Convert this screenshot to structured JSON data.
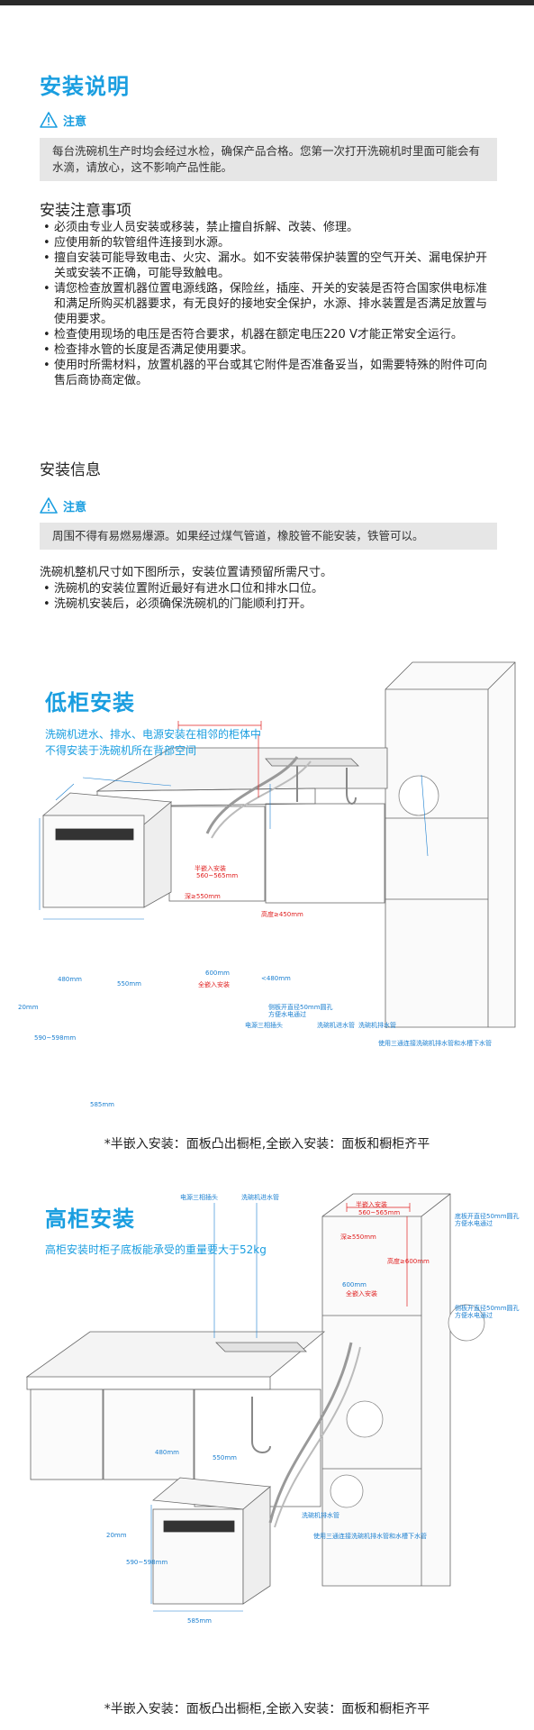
{
  "title": "安装说明",
  "warning_label": "注意",
  "notice_1": "每台洗碗机生产时均会经过水检，确保产品合格。您第一次打开洗碗机时里面可能会有水滴，请放心，这不影响产品性能。",
  "precautions": {
    "heading": "安装注意事项",
    "items": [
      "必须由专业人员安装或移装，禁止擅自拆解、改装、修理。",
      "应使用新的软管组件连接到水源。",
      "擅自安装可能导致电击、火灾、漏水。如不安装带保护装置的空气开关、漏电保护开关或安装不正确，可能导致触电。",
      "请您检查放置机器位置电源线路，保险丝，插座、开关的安装是否符合国家供电标准和满足所购买机器要求，有无良好的接地安全保护，水源、排水装置是否满足放置与使用要求。",
      "检查使用现场的电压是否符合要求，机器在额定电压220 V才能正常安全运行。",
      "检查排水管的长度是否满足使用要求。",
      "使用时所需材料，放置机器的平台或其它附件是否准备妥当，如需要特殊的附件可向售后商协商定做。"
    ]
  },
  "info": {
    "heading": "安装信息",
    "notice": "周围不得有易燃易爆源。如果经过煤气管道，橡胶管不能安装，铁管可以。",
    "intro": "洗碗机整机尺寸如下图所示，安装位置请预留所需尺寸。",
    "items": [
      "洗碗机的安装位置附近最好有进水口位和排水口位。",
      "洗碗机安装后，必须确保洗碗机的门能顺利打开。"
    ]
  },
  "low_cabinet": {
    "title": "低柜安装",
    "subtitle_lines": [
      "洗碗机进水、排水、电源安装在相邻的柜体中",
      "不得安装于洗碗机所在背部空间"
    ],
    "labels": {
      "half": "半嵌入安装",
      "width_range": "560~565mm",
      "depth": "深≥550mm",
      "height": "高度≥450mm",
      "full": "全嵌入安装",
      "hole": "侧板开直径50mm圆孔\n方便水电通过",
      "plug": "电源三相插头",
      "inlet": "洗碗机进水管",
      "drain": "洗碗机排水管",
      "tee": "使用三通连接洗碗机排水管和水槽下水管",
      "d480": "480mm",
      "w550": "550mm",
      "h20": "20mm",
      "h595": "590~598mm",
      "w585": "585mm",
      "gap600": "600mm",
      "gap480": "<480mm"
    },
    "caption": "*半嵌入安装：面板凸出橱柜,全嵌入安装：面板和橱柜齐平"
  },
  "tall_cabinet": {
    "title": "高柜安装",
    "subtitle": "高柜安装时柜子底板能承受的重量要大于52kg",
    "labels": {
      "plug": "电源三相插头",
      "inlet": "洗碗机进水管",
      "half": "半嵌入安装",
      "width_range": "560~565mm",
      "depth": "深≥550mm",
      "height": "高度≥600mm",
      "full": "全嵌入安装",
      "gap600": "600mm",
      "hole1": "底板开直径50mm圆孔\n方便水电通过",
      "hole2": "侧板开直径50mm圆孔\n方便水电通过",
      "drain": "洗碗机排水管",
      "tee": "使用三通连接洗碗机排水管和水槽下水管",
      "d480": "480mm",
      "w550": "550mm",
      "h20": "20mm",
      "h595": "590~598mm",
      "w585": "585mm"
    },
    "caption": "*半嵌入安装：面板凸出橱柜,全嵌入安装：面板和橱柜齐平"
  },
  "colors": {
    "accent": "#1a9ee0",
    "label_blue": "#1a7fd0",
    "label_red": "#e02020",
    "note_bg": "#e6e6e6"
  }
}
